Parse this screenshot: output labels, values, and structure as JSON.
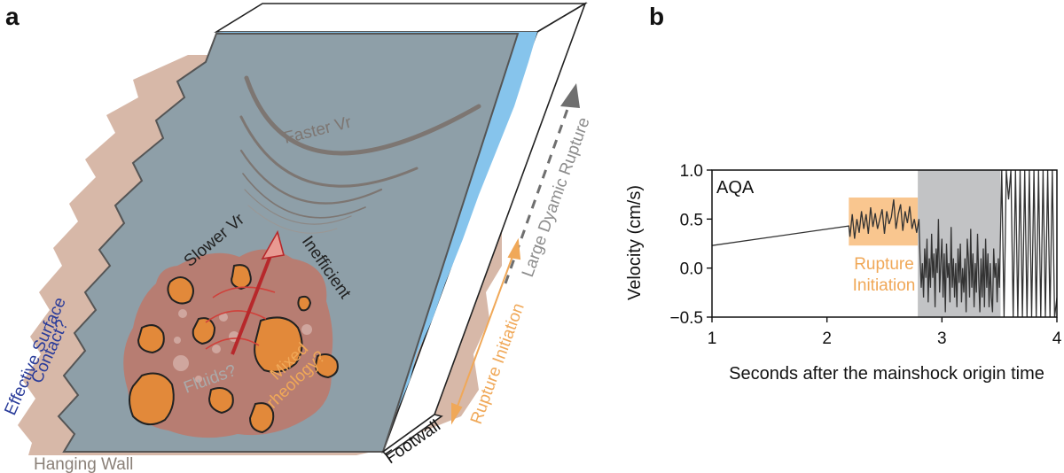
{
  "panel_a": {
    "letter": "a",
    "labels": {
      "faster_vr": "Faster Vr",
      "slower_vr": "Slower Vr",
      "inefficient": "Inefficient",
      "fluids": "Fluids?",
      "mixed_rheology_1": "Mixed",
      "mixed_rheology_2": "rheology?",
      "effective_surface_1": "Effective Surface",
      "effective_surface_2": "Contact?",
      "hanging_wall": "Hanging Wall",
      "footwall": "Footwall",
      "large_dynamic_rupture": "Large Dyamic Rupture",
      "rupture_initiation": "Rupture Initiation"
    },
    "colors": {
      "fault_plane": "#8e9fa8",
      "footwall_blue": "#86c4ec",
      "hanging_wall": "#d7b8a8",
      "patch_zone": "#b77d72",
      "asperity": "#e2893a",
      "rupture_arrow": "#b7282b",
      "large_rupture_text": "#8d8d8d",
      "initiation_orange": "#f0a858",
      "effective_blue": "#2a3c9a"
    }
  },
  "panel_b": {
    "letter": "b",
    "station": "AQA",
    "highlight_label_1": "Rupture",
    "highlight_label_2": "Initiation",
    "colors": {
      "highlight": "#f9c68f",
      "grey_zone": "#c2c3c5",
      "trace": "#333333",
      "highlight_text": "#f0a858"
    }
  },
  "chart_data": {
    "type": "line",
    "xlabel": "Seconds after the mainshock origin time",
    "ylabel": "Velocity (cm/s)",
    "xlim": [
      1,
      4
    ],
    "ylim": [
      -0.5,
      1.0
    ],
    "xticks": [
      "1",
      "2",
      "3",
      "4"
    ],
    "yticks": [
      "−0.5",
      "0.0",
      "0.5",
      "1.0"
    ],
    "x_tick_values": [
      1,
      2,
      3,
      4
    ],
    "y_tick_values": [
      -0.5,
      0.0,
      0.5,
      1.0
    ],
    "shaded_regions": [
      {
        "label": "Rupture Initiation",
        "x": [
          2.19,
          2.79
        ],
        "y": [
          0.23,
          0.72
        ]
      },
      {
        "label": "",
        "x": [
          2.79,
          3.51
        ],
        "y": [
          -0.5,
          1.0
        ]
      }
    ],
    "series": [
      {
        "x": [
          1.0,
          2.19,
          2.2,
          2.22,
          2.24,
          2.26,
          2.28,
          2.3,
          2.32,
          2.34,
          2.36,
          2.38,
          2.4,
          2.42,
          2.44,
          2.46,
          2.48,
          2.5,
          2.52,
          2.54,
          2.56,
          2.58,
          2.6,
          2.62,
          2.64,
          2.66,
          2.68,
          2.7,
          2.72,
          2.74,
          2.76,
          2.78,
          2.8,
          2.81,
          2.82,
          2.83,
          2.84,
          2.85,
          2.86,
          2.87,
          2.88,
          2.89,
          2.9,
          2.91,
          2.92,
          2.93,
          2.94,
          2.95,
          2.96,
          2.97,
          2.98,
          2.99,
          3.0,
          3.01,
          3.02,
          3.03,
          3.04,
          3.05,
          3.06,
          3.07,
          3.08,
          3.09,
          3.1,
          3.11,
          3.12,
          3.13,
          3.14,
          3.15,
          3.16,
          3.17,
          3.18,
          3.19,
          3.2,
          3.21,
          3.22,
          3.23,
          3.24,
          3.25,
          3.26,
          3.27,
          3.28,
          3.29,
          3.3,
          3.31,
          3.32,
          3.33,
          3.34,
          3.35,
          3.36,
          3.37,
          3.38,
          3.39,
          3.4,
          3.41,
          3.42,
          3.43,
          3.44,
          3.45,
          3.46,
          3.47,
          3.48,
          3.49,
          3.5,
          3.52,
          3.54,
          3.56,
          3.58,
          3.6,
          3.62,
          3.64,
          3.66,
          3.68,
          3.7,
          3.72,
          3.74,
          3.76,
          3.78,
          3.8,
          3.82,
          3.84,
          3.86,
          3.88,
          3.9,
          3.92,
          3.94,
          3.96,
          3.98,
          4.0
        ],
        "y": [
          0.23,
          0.43,
          0.32,
          0.55,
          0.3,
          0.5,
          0.36,
          0.58,
          0.4,
          0.55,
          0.35,
          0.62,
          0.42,
          0.56,
          0.4,
          0.5,
          0.6,
          0.35,
          0.58,
          0.45,
          0.52,
          0.7,
          0.4,
          0.55,
          0.65,
          0.38,
          0.58,
          0.46,
          0.63,
          0.4,
          0.5,
          0.36,
          0.5,
          0.1,
          -0.2,
          0.05,
          -0.3,
          0.2,
          -0.1,
          0.3,
          -0.35,
          0.1,
          -0.2,
          0.35,
          -0.1,
          0.15,
          -0.4,
          0.2,
          -0.05,
          0.5,
          -0.25,
          0.05,
          0.3,
          -0.3,
          0.15,
          -0.45,
          0.25,
          -0.1,
          0.05,
          -0.35,
          0.42,
          -0.2,
          0.1,
          -0.3,
          0.05,
          -0.4,
          0.2,
          -0.15,
          0.25,
          -0.35,
          0.0,
          -0.25,
          0.1,
          -0.45,
          0.3,
          0.1,
          -0.3,
          0.4,
          -0.2,
          0.15,
          -0.4,
          0.05,
          -0.25,
          0.35,
          -0.1,
          -0.45,
          0.1,
          -0.3,
          0.2,
          -0.4,
          0.3,
          -0.2,
          0.15,
          -0.4,
          0.05,
          -0.3,
          -0.45,
          0.2,
          -0.1,
          0.05,
          -0.35,
          0.1,
          -0.2,
          1.0,
          -0.5,
          1.0,
          0.7,
          1.0,
          -0.5,
          1.0,
          -0.5,
          1.0,
          -0.5,
          1.0,
          -0.5,
          1.0,
          -0.5,
          1.0,
          -0.5,
          1.0,
          -0.5,
          1.0,
          -0.5,
          1.0,
          -0.5,
          1.0,
          -0.5,
          -0.3
        ]
      }
    ]
  }
}
